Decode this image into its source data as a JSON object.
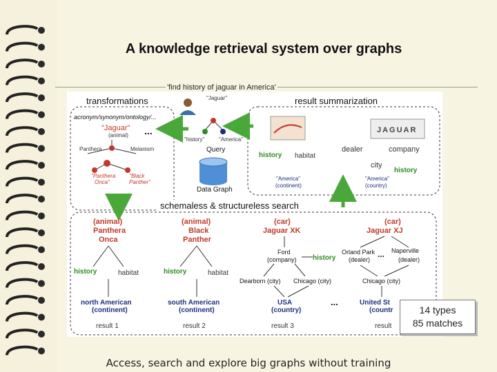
{
  "slide": {
    "title": "A knowledge retrieval system over graphs",
    "caption": "Access, search and explore big graphs without training",
    "query_text": "'find history of jaguar in America'"
  },
  "panels": {
    "transformations": "transformations",
    "result_summarization": "result summarization",
    "search_title": "schemaless & structureless search"
  },
  "ontology": {
    "label": "acronym/synonym/ontology/...",
    "jaguar": "\"Jaguar\"",
    "jaguar_sub": "(animal)",
    "dots": "...",
    "panthera": "Panthera",
    "melanism": "Melanism",
    "panthera_onca": [
      "\"Panthera",
      "Onca\""
    ],
    "black_panther": [
      "\"Black",
      "Panther\""
    ]
  },
  "query": {
    "jaguar": "\"Jaguar\"",
    "history": "\"history\"",
    "america": "\"America\"",
    "label": "Query",
    "data_graph": "Data Graph"
  },
  "summary": {
    "history1": "history",
    "habitat1": "habitat",
    "america_continent": [
      "\"America\"",
      "(continent)"
    ],
    "dealer": "dealer",
    "company": "company",
    "city": "city",
    "history2": "history",
    "america_country": [
      "\"America\"",
      "(country)"
    ],
    "logo": "JAGUAR"
  },
  "results": {
    "r1": {
      "entity": [
        "(animal)",
        "Panthera",
        "Onca"
      ],
      "history": "history",
      "habitat": "habitat",
      "target": [
        "north American",
        "(continent)"
      ],
      "label": "result 1"
    },
    "r2": {
      "entity": [
        "(animal)",
        "Black",
        "Panther"
      ],
      "history": "history",
      "habitat": "habitat",
      "target": [
        "south American",
        "(continent)"
      ],
      "label": "result 2"
    },
    "r3": {
      "entity": [
        "(car)",
        "Jaguar XK"
      ],
      "ford": [
        "Ford",
        "(company)"
      ],
      "history": "history",
      "dearborn": "Dearborn (city)",
      "chicago": "Chicago (city)",
      "target": [
        "USA",
        "(country)"
      ],
      "label": "result 3"
    },
    "r4": {
      "entity": [
        "(car)",
        "Jaguar XJ"
      ],
      "orland": [
        "Orland Park",
        "(dealer)"
      ],
      "naperville": [
        "Naperville",
        "(dealer)"
      ],
      "chicago": "Chicago (city)",
      "target": [
        "United St",
        "(countr"
      ],
      "label": "result"
    },
    "dots": "...",
    "dots2": "..."
  },
  "callout": {
    "line1": "14 types",
    "line2": "85 matches"
  },
  "colors": {
    "red": "#c0392b",
    "green": "#2e8b22",
    "navy": "#1c2f7a",
    "arrow": "#4aa83a"
  }
}
